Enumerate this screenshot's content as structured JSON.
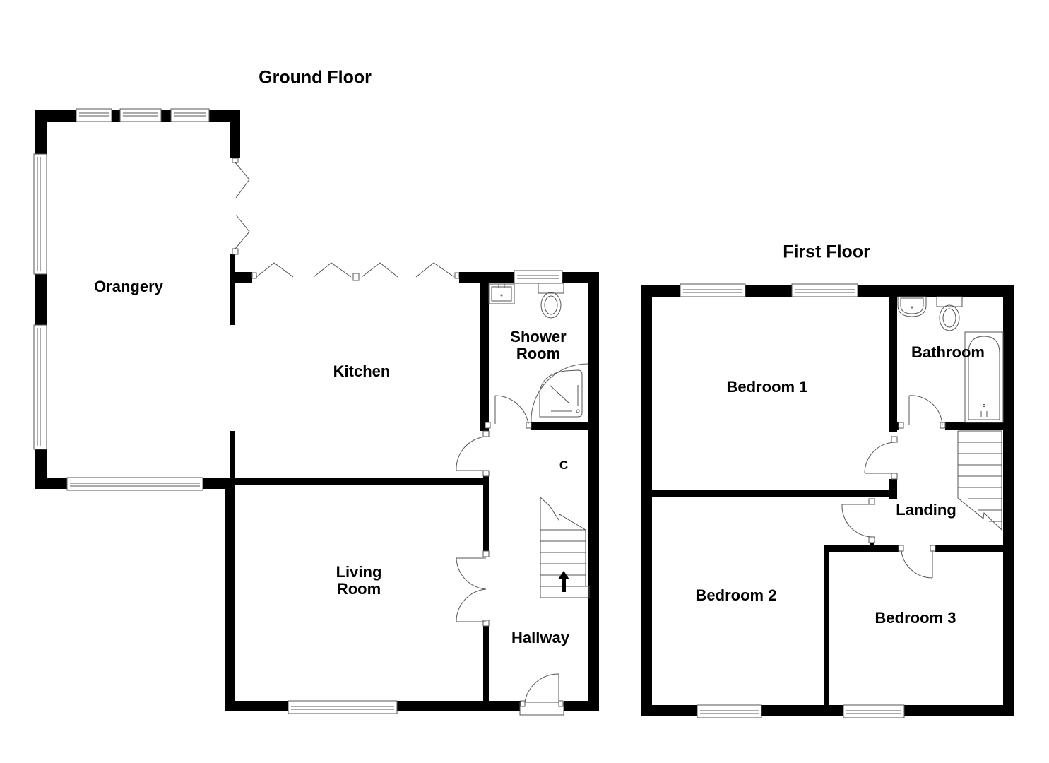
{
  "floors": {
    "ground": {
      "title": "Ground Floor",
      "rooms": {
        "orangery": "Orangery",
        "kitchen": "Kitchen",
        "shower_room": "Shower\nRoom",
        "shower_line1": "Shower",
        "shower_line2": "Room",
        "living_line1": "Living",
        "living_line2": "Room",
        "hallway": "Hallway",
        "cupboard": "C"
      }
    },
    "first": {
      "title": "First Floor",
      "rooms": {
        "bedroom1": "Bedroom 1",
        "bathroom": "Bathroom",
        "landing": "Landing",
        "bedroom2": "Bedroom 2",
        "bedroom3": "Bedroom 3"
      }
    }
  },
  "colors": {
    "wall": "#000000",
    "fixture_line": "#555555",
    "background": "#ffffff"
  }
}
